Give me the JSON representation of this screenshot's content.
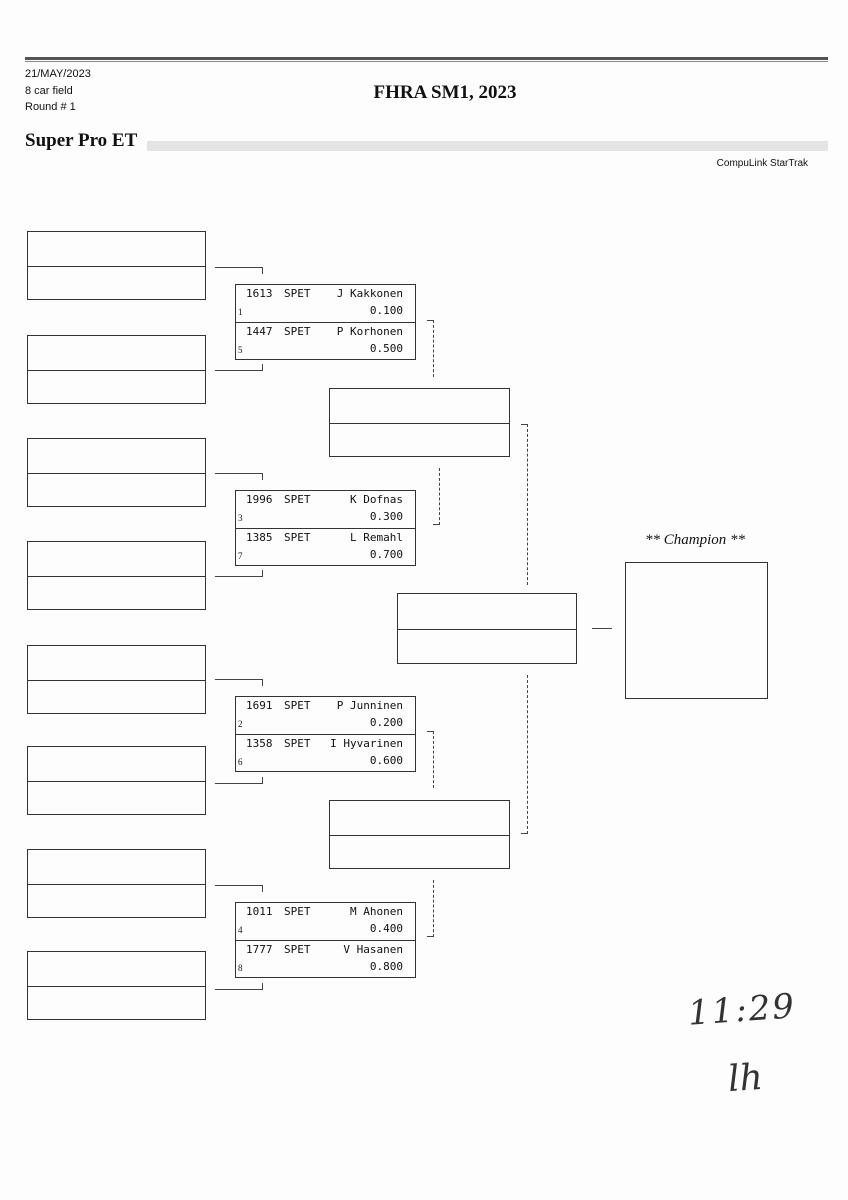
{
  "header": {
    "date": "21/MAY/2023",
    "field": "8 car field",
    "round": "Round # 1",
    "title": "FHRA SM1, 2023",
    "class_name": "Super Pro ET",
    "brand": "CompuLink StarTrak"
  },
  "matches": [
    {
      "top": {
        "car": "1613",
        "class": "SPET",
        "name": "J Kakkonen",
        "dial": "0.100",
        "seed": "1"
      },
      "bottom": {
        "car": "1447",
        "class": "SPET",
        "name": "P Korhonen",
        "dial": "0.500",
        "seed": "5"
      }
    },
    {
      "top": {
        "car": "1996",
        "class": "SPET",
        "name": "K Dofnas",
        "dial": "0.300",
        "seed": "3"
      },
      "bottom": {
        "car": "1385",
        "class": "SPET",
        "name": "L Remahl",
        "dial": "0.700",
        "seed": "7"
      }
    },
    {
      "top": {
        "car": "1691",
        "class": "SPET",
        "name": "P Junninen",
        "dial": "0.200",
        "seed": "2"
      },
      "bottom": {
        "car": "1358",
        "class": "SPET",
        "name": "I Hyvarinen",
        "dial": "0.600",
        "seed": "6"
      }
    },
    {
      "top": {
        "car": "1011",
        "class": "SPET",
        "name": "M Ahonen",
        "dial": "0.400",
        "seed": "4"
      },
      "bottom": {
        "car": "1777",
        "class": "SPET",
        "name": "V Hasanen",
        "dial": "0.800",
        "seed": "8"
      }
    }
  ],
  "champion_label": "** Champion **",
  "handwritten": {
    "time": "11:29",
    "initials": "lh"
  }
}
